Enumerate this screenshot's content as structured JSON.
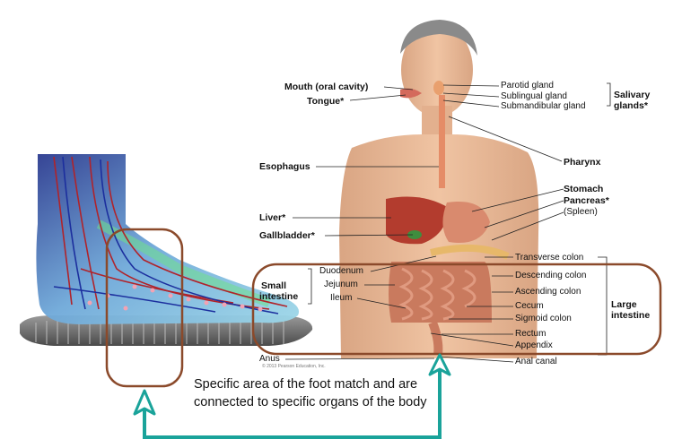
{
  "labels": {
    "mouth": "Mouth (oral cavity)",
    "tongue": "Tongue*",
    "parotid": "Parotid gland",
    "sublingual": "Sublingual gland",
    "submandibular": "Submandibular gland",
    "salivary": "Salivary",
    "salivary2": "glands*",
    "pharynx": "Pharynx",
    "esophagus": "Esophagus",
    "stomach": "Stomach",
    "pancreas": "Pancreas*",
    "spleen": "(Spleen)",
    "liver": "Liver*",
    "gallbladder": "Gallbladder*",
    "transverse": "Transverse colon",
    "duodenum": "Duodenum",
    "jejunum": "Jejunum",
    "ileum": "Ileum",
    "small1": "Small",
    "small2": "intestine",
    "descending": "Descending colon",
    "ascending": "Ascending colon",
    "cecum": "Cecum",
    "sigmoid": "Sigmoid colon",
    "rectum": "Rectum",
    "appendix": "Appendix",
    "large1": "Large",
    "large2": "intestine",
    "anus": "Anus",
    "anal": "Anal canal"
  },
  "copyright": "© 2013 Pearson Education, Inc.",
  "caption": "Specific area of the foot match and are connected to specific organs of the body",
  "colors": {
    "highlight_box": "#8B4A2B",
    "arrow": "#1AA39A",
    "skin": "#E8B896",
    "organ": "#C97A5E"
  }
}
